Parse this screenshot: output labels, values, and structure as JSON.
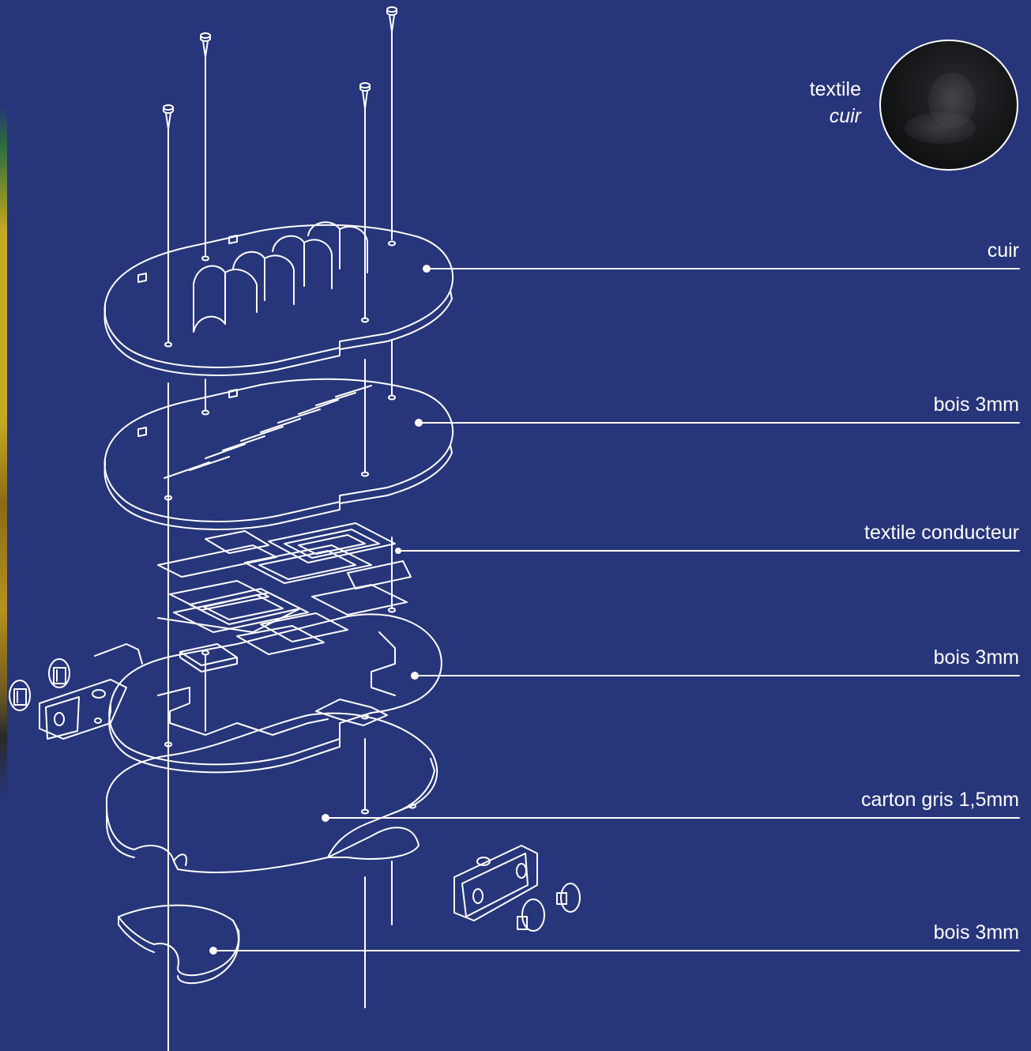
{
  "colors": {
    "background": "#27357a",
    "line": "#ffffff"
  },
  "swatch": {
    "material": "textile",
    "type": "cuir",
    "image": "black-leather-texture"
  },
  "layers": [
    {
      "id": "cuir",
      "label": "cuir"
    },
    {
      "id": "bois-1",
      "label": "bois 3mm"
    },
    {
      "id": "textile-conducteur",
      "label": "textile conducteur"
    },
    {
      "id": "bois-2",
      "label": "bois 3mm"
    },
    {
      "id": "carton",
      "label": "carton gris 1,5mm"
    },
    {
      "id": "bois-3",
      "label": "bois 3mm"
    }
  ]
}
